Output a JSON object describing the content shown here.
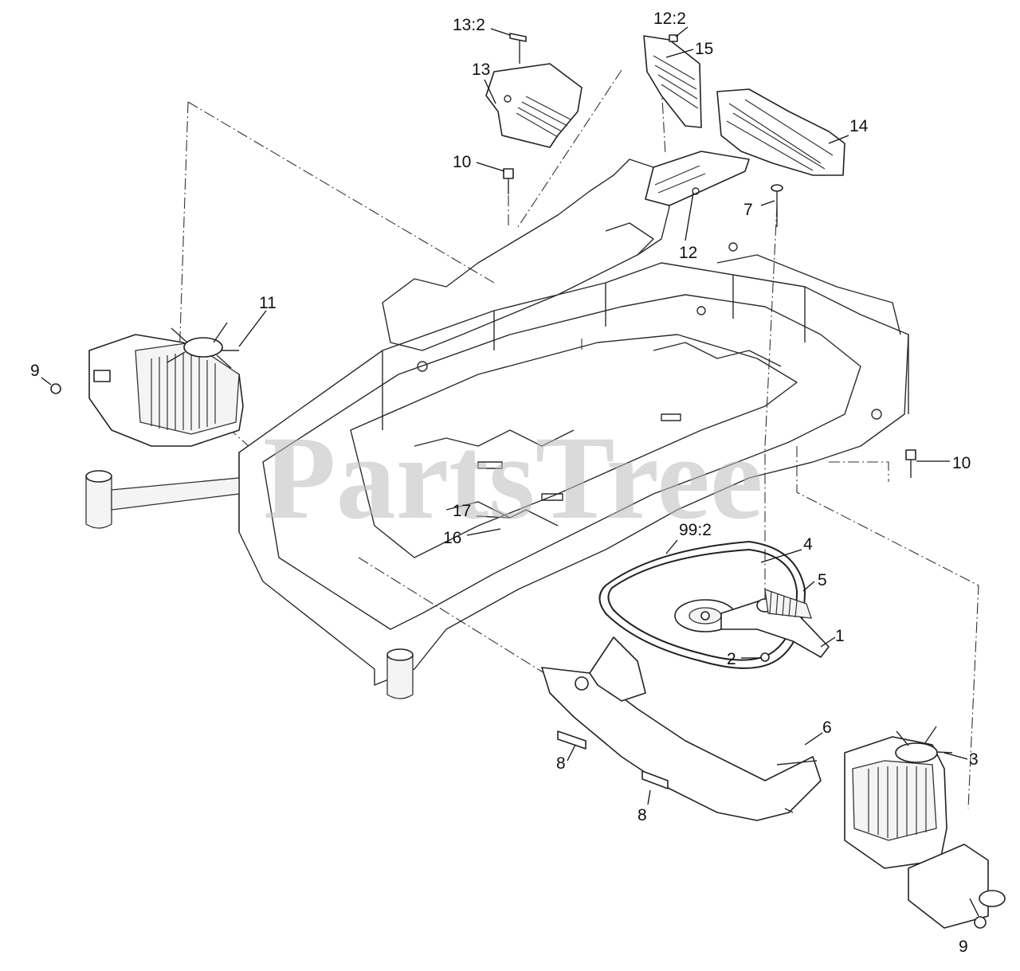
{
  "watermark": "PartsTree",
  "callouts": {
    "c_13_2": "13:2",
    "c_12_2": "12:2",
    "c_15": "15",
    "c_13": "13",
    "c_14": "14",
    "c_10_top": "10",
    "c_7": "7",
    "c_12": "12",
    "c_11": "11",
    "c_9_left": "9",
    "c_10_right": "10",
    "c_17": "17",
    "c_16": "16",
    "c_99_2": "99:2",
    "c_4": "4",
    "c_5": "5",
    "c_1": "1",
    "c_2": "2",
    "c_6": "6",
    "c_3": "3",
    "c_8_left": "8",
    "c_8_bottom": "8",
    "c_9_bottom": "9"
  }
}
